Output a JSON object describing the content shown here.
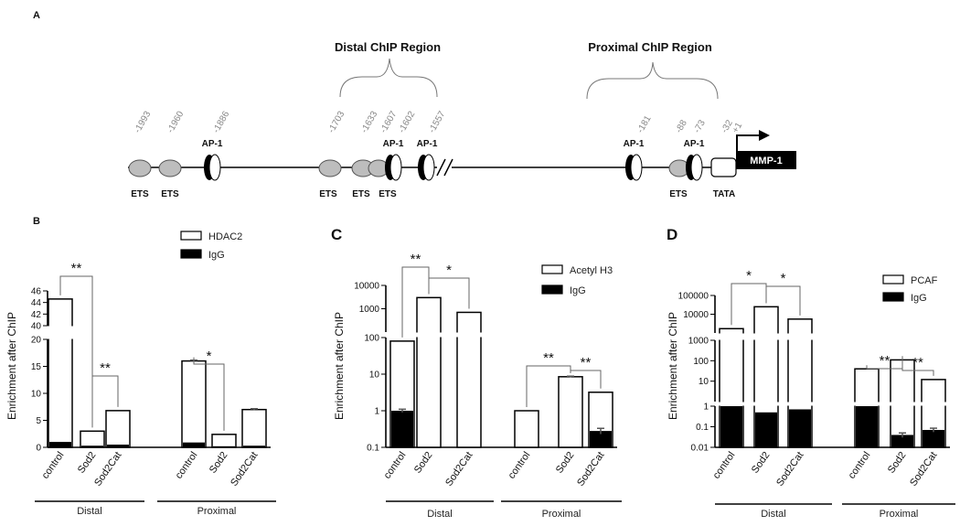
{
  "panels": {
    "A": {
      "letter": "A",
      "region_labels": [
        "Distal ChIP Region",
        "Proximal ChIP Region"
      ],
      "positions": [
        "-1993",
        "-1960",
        "-1886",
        "-1703",
        "-1633",
        "-1607",
        "-1602",
        "-1557",
        "-181",
        "-88",
        "-73",
        "-32",
        "+1"
      ],
      "element_labels": {
        "ets": "ETS",
        "ap1": "AP-1",
        "tata": "TATA",
        "gene": "MMP-1"
      }
    },
    "B": {
      "letter": "B"
    },
    "C": {
      "letter": "C"
    },
    "D": {
      "letter": "D"
    }
  },
  "chart_data": [
    {
      "panel": "B",
      "type": "bar",
      "ylabel": "Enrichment after ChIP",
      "y_scale": "linear, broken axis",
      "y_segments": [
        {
          "range": [
            0,
            20
          ],
          "ticks": [
            "0",
            "5",
            "10",
            "15",
            "20"
          ]
        },
        {
          "range": [
            40,
            46
          ],
          "ticks": [
            "40",
            "42",
            "44",
            "46"
          ]
        }
      ],
      "categories": [
        "control",
        "Sod2",
        "Sod2Cat",
        "control",
        "Sod2",
        "Sod2Cat"
      ],
      "groups": [
        "Distal",
        "Proximal"
      ],
      "series": [
        {
          "name": "HDAC2",
          "values": [
            44.6,
            3.0,
            6.8,
            16.0,
            2.4,
            7.0
          ]
        },
        {
          "name": "IgG",
          "values": [
            1.0,
            0.3,
            0.5,
            0.9,
            0.2,
            0.3
          ]
        }
      ],
      "legend": {
        "entries": [
          "HDAC2",
          "IgG"
        ],
        "placement": "top-right"
      },
      "significance": [
        {
          "label": "**"
        },
        {
          "label": "**"
        },
        {
          "label": "*"
        }
      ]
    },
    {
      "panel": "C",
      "type": "bar",
      "ylabel": "Enrichment after ChIP",
      "y_scale": "log, broken axis",
      "y_ticks": [
        "0.1",
        "1",
        "10",
        "100",
        "1000",
        "10000"
      ],
      "categories": [
        "control",
        "Sod2",
        "Sod2Cat",
        "control",
        "Sod2",
        "Sod2Cat"
      ],
      "groups": [
        "Distal",
        "Proximal"
      ],
      "series": [
        {
          "name": "Acetyl H3",
          "values": [
            80,
            3000,
            700,
            1.0,
            8.5,
            3.2
          ]
        },
        {
          "name": "IgG",
          "values": [
            1.0,
            0.1,
            0.1,
            0.1,
            0.1,
            0.28
          ]
        }
      ],
      "legend": {
        "entries": [
          "Acetyl H3",
          "IgG"
        ],
        "placement": "top-right"
      },
      "significance": [
        {
          "label": "**"
        },
        {
          "label": "*"
        },
        {
          "label": "**"
        },
        {
          "label": "**"
        }
      ]
    },
    {
      "panel": "D",
      "type": "bar",
      "ylabel": "Enrichment after ChIP",
      "y_scale": "log, broken axis",
      "y_ticks": [
        "0.01",
        "0.1",
        "1",
        "10",
        "100",
        "1000",
        "10000",
        "100000"
      ],
      "categories": [
        "control",
        "Sod2",
        "Sod2Cat",
        "control",
        "Sod2",
        "Sod2Cat"
      ],
      "groups": [
        "Distal",
        "Proximal"
      ],
      "series": [
        {
          "name": "PCAF",
          "values": [
            1700,
            25000,
            5500,
            40,
            110,
            12
          ]
        },
        {
          "name": "IgG",
          "values": [
            1.0,
            0.5,
            0.7,
            1.0,
            0.04,
            0.07
          ]
        }
      ],
      "legend": {
        "entries": [
          "PCAF",
          "IgG"
        ],
        "placement": "top-right"
      },
      "significance": [
        {
          "label": "*"
        },
        {
          "label": "*"
        },
        {
          "label": "**"
        },
        {
          "label": "**"
        }
      ]
    }
  ]
}
